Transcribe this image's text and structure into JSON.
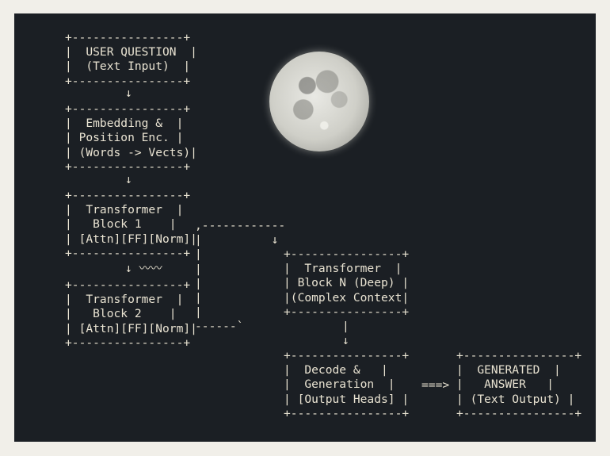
{
  "nodes": {
    "user_question": {
      "lines": [
        "+----------------+",
        "|  USER QUESTION  |",
        "|  (Text Input)  |",
        "+----------------+"
      ]
    },
    "embedding": {
      "lines": [
        "+----------------+",
        "|  Embedding &  |",
        "| Position Enc. |",
        "| (Words -> Vects)|",
        "+----------------+"
      ]
    },
    "transformer_block_1": {
      "lines": [
        "+----------------+",
        "|  Transformer  |",
        "|   Block 1    |",
        "| [Attn][FF][Norm]|",
        "+----------------+"
      ]
    },
    "transformer_block_2": {
      "lines": [
        "+----------------+",
        "|  Transformer  |",
        "|   Block 2    |",
        "| [Attn][FF][Norm]|",
        "+----------------+"
      ]
    },
    "transformer_block_n": {
      "lines": [
        "+----------------+",
        "|  Transformer  |",
        "| Block N (Deep) |",
        "|(Complex Context|",
        "+----------------+"
      ]
    },
    "decode": {
      "lines": [
        "+----------------+",
        "|  Decode &   |",
        "|  Generation  |",
        "| [Output Heads] |",
        "+----------------+"
      ]
    },
    "generated_answer": {
      "lines": [
        "+----------------+",
        "|  GENERATED  |",
        "|   ANSWER   |",
        "| (Text Output) |",
        "+----------------+"
      ]
    }
  },
  "connectors": {
    "arrow_1": "↓",
    "arrow_2": "↓",
    "arrow_3": "↓ 〰〰",
    "side_path": [
      ",------------",
      "|          ↓",
      "|",
      "|",
      "|",
      "|",
      "|",
      "------`"
    ],
    "down_to_decode": [
      "|",
      "↓"
    ],
    "to_answer": "===>"
  }
}
